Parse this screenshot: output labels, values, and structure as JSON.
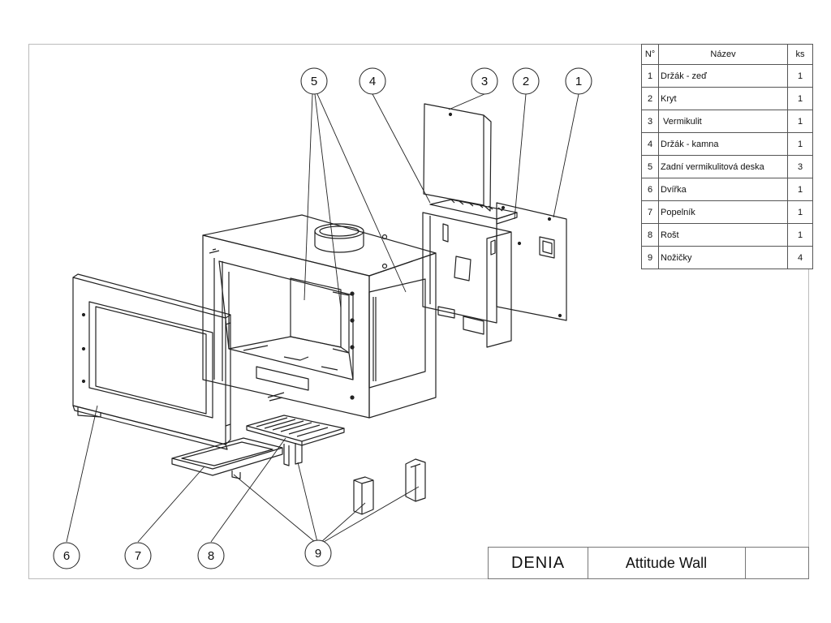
{
  "callouts": [
    "1",
    "2",
    "3",
    "4",
    "5",
    "6",
    "7",
    "8",
    "9"
  ],
  "parts_list": {
    "headers": {
      "no": "N°",
      "name": "Název",
      "qty": "ks"
    },
    "rows": [
      {
        "no": "1",
        "name": "Držák - zeď",
        "qty": "1"
      },
      {
        "no": "2",
        "name": "Kryt",
        "qty": "1"
      },
      {
        "no": "3",
        "name": " Vermikulit",
        "qty": "1"
      },
      {
        "no": "4",
        "name": "Držák - kamna",
        "qty": "1"
      },
      {
        "no": "5",
        "name": "Zadní vermikulitová deska",
        "qty": "3"
      },
      {
        "no": "6",
        "name": "Dvířka",
        "qty": "1"
      },
      {
        "no": "7",
        "name": "Popelník",
        "qty": "1"
      },
      {
        "no": "8",
        "name": "Rošt",
        "qty": "1"
      },
      {
        "no": "9",
        "name": "Nožičky",
        "qty": "4"
      }
    ]
  },
  "title_block": {
    "company": "DENIA",
    "product": "Attitude Wall",
    "extra": ""
  }
}
